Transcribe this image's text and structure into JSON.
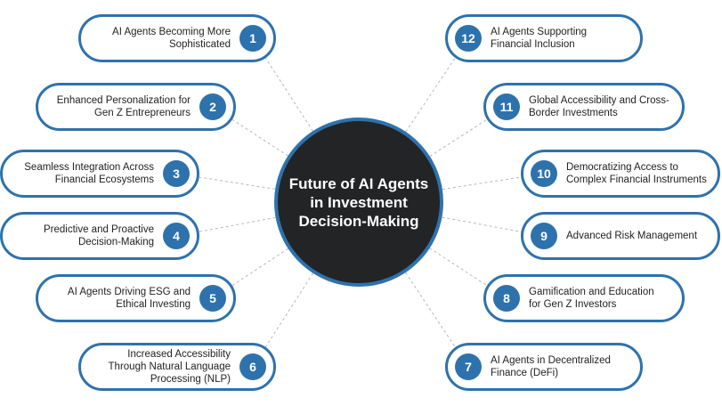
{
  "hub": {
    "title": "Future of AI Agents in Investment Decision-Making"
  },
  "colors": {
    "accent": "#2e72ad",
    "hub": "#222426",
    "connector": "#b8b8b8"
  },
  "items": [
    {
      "num": "1",
      "label": "AI Agents Becoming More Sophisticated"
    },
    {
      "num": "2",
      "label": "Enhanced Personalization for Gen Z Entrepreneurs"
    },
    {
      "num": "3",
      "label": "Seamless Integration Across Financial Ecosystems"
    },
    {
      "num": "4",
      "label": "Predictive and Proactive Decision-Making"
    },
    {
      "num": "5",
      "label": "AI Agents Driving ESG and Ethical Investing"
    },
    {
      "num": "6",
      "label": "Increased Accessibility Through Natural Language Processing (NLP)"
    },
    {
      "num": "7",
      "label": "AI Agents in Decentralized Finance (DeFi)"
    },
    {
      "num": "8",
      "label": "Gamification and Education for Gen Z Investors"
    },
    {
      "num": "9",
      "label": "Advanced Risk Management"
    },
    {
      "num": "10",
      "label": "Democratizing Access to Complex Financial Instruments"
    },
    {
      "num": "11",
      "label": "Global Accessibility and Cross-Border Investments"
    },
    {
      "num": "12",
      "label": "AI Agents Supporting Financial Inclusion"
    }
  ]
}
